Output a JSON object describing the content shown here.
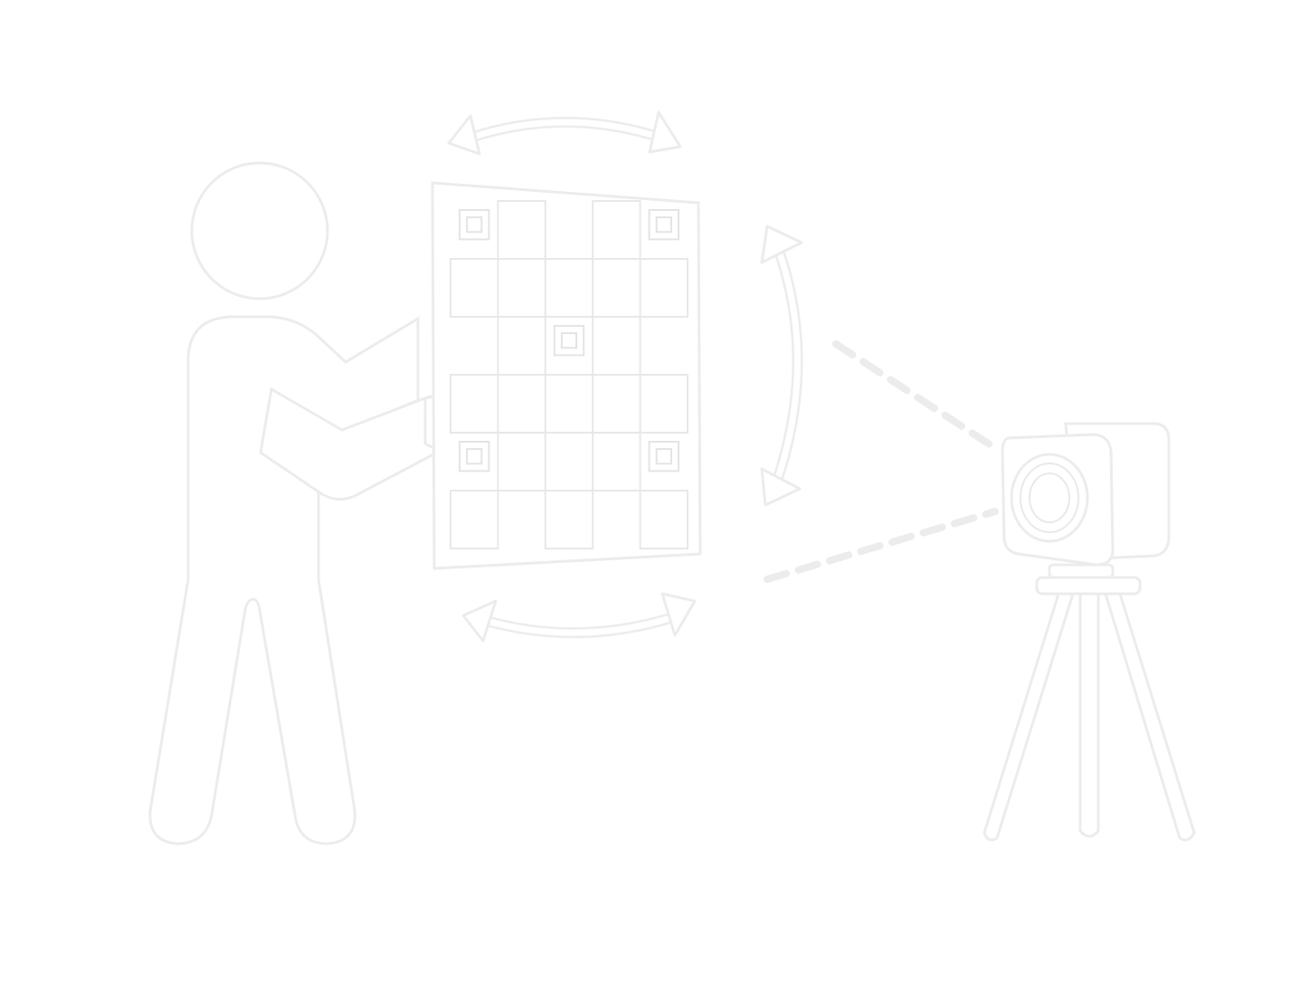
{
  "figure": {
    "background": "#ffffff",
    "outline_color": "#ececec",
    "fill_color": "#ffffff",
    "board": {
      "rows": 6,
      "cols": 5,
      "markers": 5
    },
    "icons": [
      "person-icon",
      "calibration-board-icon",
      "camera-icon",
      "tripod-icon",
      "rotate-arrow-icon",
      "sight-line-icon"
    ]
  }
}
